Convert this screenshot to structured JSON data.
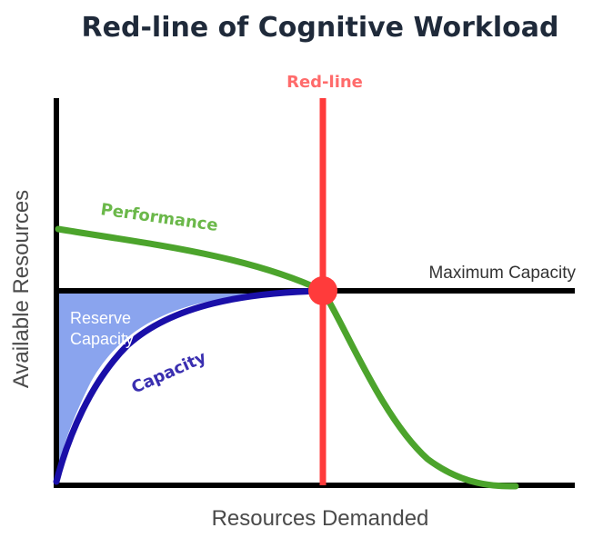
{
  "title": "Red-line of Cognitive Workload",
  "redline_label": "Red-line",
  "x_axis_label": "Resources Demanded",
  "y_axis_label": "Available Resources",
  "max_capacity_label": "Maximum Capacity",
  "reserve_label_line1": "Reserve",
  "reserve_label_line2": "Capacity",
  "performance_label": "Performance",
  "capacity_label": "Capacity",
  "colors": {
    "title": "#1f2a3a",
    "redline": "#ff3b3b",
    "performance": "#4ca42c",
    "capacity": "#1a0fa8",
    "reserve_fill": "#8aa4ee",
    "axes": "#000000"
  }
}
